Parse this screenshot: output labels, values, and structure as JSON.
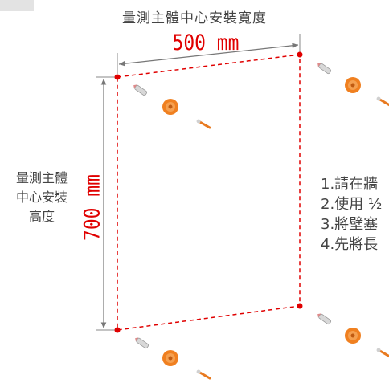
{
  "dimension_width": {
    "label": "量測主體中心安裝寬度",
    "value": "500 mm"
  },
  "dimension_height": {
    "label": "量測主體\n中心安裝\n高度",
    "value": "700 mm"
  },
  "steps": [
    "1.請在牆",
    "2.使用 ½",
    "3.將壁塞",
    "4.先將長"
  ],
  "colors": {
    "dimension_text": "#e00000",
    "frame_line": "#e00000",
    "anchor": "#f08020",
    "screw": "#e87a20"
  }
}
